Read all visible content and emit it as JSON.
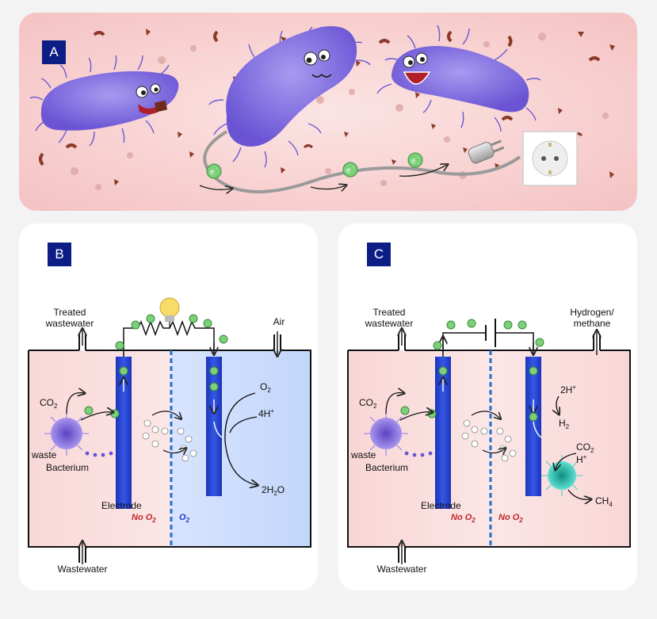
{
  "panel_a": {
    "label": "A",
    "electron": "e",
    "electron_sup": "-"
  },
  "panel_b": {
    "label": "B",
    "treated_wastewater_line1": "Treated",
    "treated_wastewater_line2": "wastewater",
    "air": "Air",
    "co2": "CO",
    "co2_sub": "2",
    "waste": "waste",
    "bacterium": "Bacterium",
    "electrode": "Electrode",
    "no_o2": "No O",
    "o2_sub": "2",
    "o2": "O",
    "o2_right": "O",
    "o2_right_sub": "2",
    "h4": "4H",
    "h4_sup": "+",
    "h2o_prefix": "2H",
    "h2o_sub": "2",
    "h2o_suffix": "O",
    "wastewater": "Wastewater",
    "electron": "e"
  },
  "panel_c": {
    "label": "C",
    "treated_wastewater_line1": "Treated",
    "treated_wastewater_line2": "wastewater",
    "hydrogen_line1": "Hydrogen/",
    "hydrogen_line2": "methane",
    "co2": "CO",
    "co2_sub": "2",
    "waste": "waste",
    "bacterium": "Bacterium",
    "electrode": "Electrode",
    "no_o2_left": "No O",
    "no_o2_right": "No O",
    "o2_sub": "2",
    "h2plus": "2H",
    "h2plus_sup": "+",
    "h2": "H",
    "h2_sub": "2",
    "co2_right": "CO",
    "co2_right_sub": "2",
    "hplus": "H",
    "hplus_sup": "+",
    "ch4": "CH",
    "ch4_sub": "4",
    "wastewater": "Wastewater",
    "electron": "e"
  },
  "colors": {
    "electrode": "#2c49d6",
    "bacterium": "#7e6be0",
    "no_o2": "#c0262b",
    "o2": "#1d3fd0",
    "electron": "#7cd07a",
    "label_bg": "#0c1e86",
    "methanogen": "#1ec5b3"
  }
}
